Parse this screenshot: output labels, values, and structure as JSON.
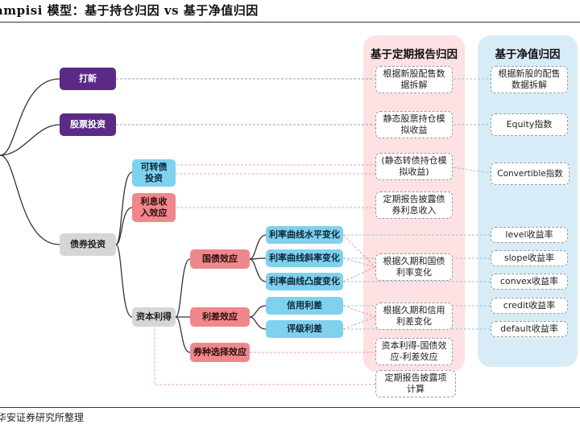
{
  "title": "ampisi 模型：基于持仓归因 vs 基于净值归因",
  "source": "华安证券研究所整理",
  "panels": {
    "periodic_header": "基于定期报告归因",
    "nav_header": "基于净值归因"
  },
  "tree": {
    "ipo": "打新",
    "stock": "股票投资",
    "bond": "债券投资",
    "convertible": "可转债投资",
    "interest": "利息收入效应",
    "capital": "资本利得",
    "treasury": "国债效应",
    "spread": "利差效应",
    "selection": "券种选择效应",
    "level_change": "利率曲线水平变化",
    "slope_change": "利率曲线斜率变化",
    "convexity_change": "利率曲线凸度变化",
    "credit_spread": "信用利差",
    "rating_spread": "评级利差"
  },
  "periodic_boxes": {
    "ipo": "根据新股配售数据拆解",
    "stock": "静态股票持仓模拟收益",
    "convertible": "(静态转债持仓模拟收益)",
    "interest": "定期报告披露债券利息收入",
    "treasury": "根据久期和国债利率变化",
    "spread": "根据久期和信用利差变化",
    "selection": "资本利得-国债效应-利差效应",
    "disclosure": "定期报告披露项计算"
  },
  "nav_boxes": {
    "ipo": "根据新股的配售数据拆解",
    "equity": "Equity指数",
    "convertible": "Convertible指数",
    "level": "level收益率",
    "slope": "slope收益率",
    "convex": "convex收益率",
    "credit": "credit收益率",
    "default": "default收益率"
  },
  "colors": {
    "purple": "#5b2a86",
    "grey": "#d6d6d6",
    "blue": "#7fd2ee",
    "pink": "#f0878a",
    "panel_pink": "#fde1e3",
    "panel_blue": "#d8ecf8"
  }
}
